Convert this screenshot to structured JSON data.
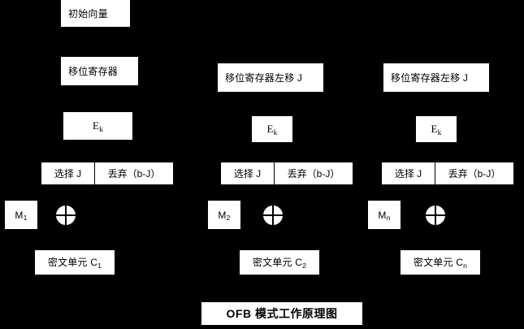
{
  "diagram": {
    "background_color": "#000000",
    "box_color": "#ffffff",
    "text_color": "#000000",
    "title": "OFB 模式工作原理图",
    "iv_label": "初始向量",
    "columns": [
      {
        "id": "column-1",
        "shift_register": "移位寄存器",
        "encrypt_base": "E",
        "encrypt_sub": "k",
        "select_label": "选择 J",
        "discard_label": "丢弃（b-J）",
        "plaintext_base": "M",
        "plaintext_sub": "1",
        "xor_label": "xor-circle",
        "ciphertext_prefix": "密文单元 C",
        "ciphertext_sub": "1"
      },
      {
        "id": "column-2",
        "shift_register": "移位寄存器左移 J",
        "encrypt_base": "E",
        "encrypt_sub": "k",
        "select_label": "选择 J",
        "discard_label": "丢弃（b-J）",
        "plaintext_base": "M",
        "plaintext_sub": "2",
        "xor_label": "xor-circle",
        "ciphertext_prefix": "密文单元 C",
        "ciphertext_sub": "2"
      },
      {
        "id": "column-3",
        "shift_register": "移位寄存器左移 J",
        "encrypt_base": "E",
        "encrypt_sub": "k",
        "select_label": "选择 J",
        "discard_label": "丢弃（b-J）",
        "plaintext_base": "M",
        "plaintext_sub": "n",
        "xor_label": "xor-circle",
        "ciphertext_prefix": "密文单元 C",
        "ciphertext_sub": "n"
      }
    ]
  }
}
